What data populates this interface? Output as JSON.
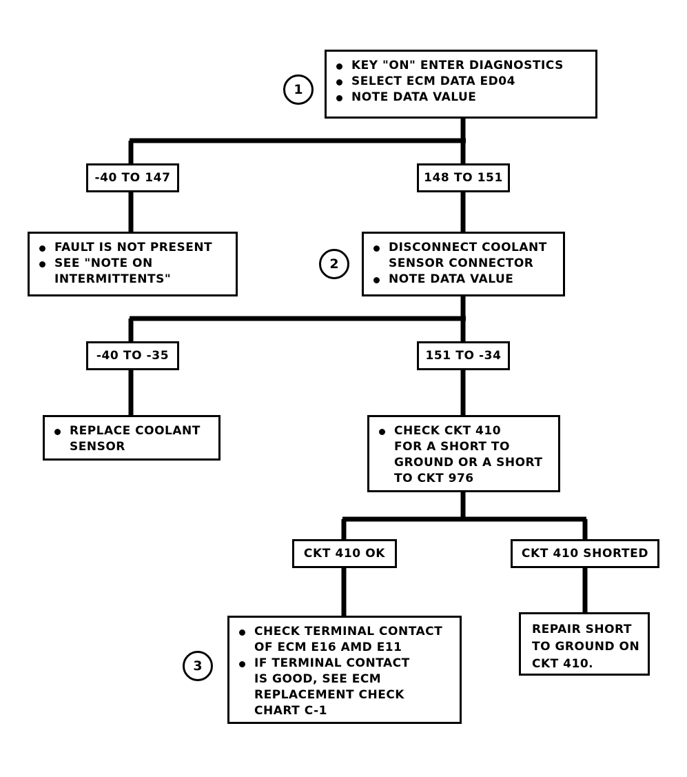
{
  "document": {
    "title": "Coolant Sensor Diagnostic Flow Chart",
    "type": "diagnostic-flowchart",
    "ink_color": "#000000",
    "background_color": "#ffffff"
  },
  "steps": {
    "one": "1",
    "two": "2",
    "three": "3"
  },
  "nodes": {
    "step1": {
      "lines": [
        "KEY \"ON\" ENTER DIAGNOSTICS",
        "SELECT ECM DATA ED04",
        "NOTE DATA VALUE"
      ]
    },
    "fault_not_present": {
      "lines": [
        "FAULT IS NOT PRESENT",
        "SEE \"NOTE ON\nINTERMITTENTS\""
      ]
    },
    "step2": {
      "lines": [
        "DISCONNECT COOLANT\nSENSOR CONNECTOR",
        "NOTE DATA VALUE"
      ]
    },
    "replace_sensor": {
      "lines": [
        "REPLACE COOLANT\nSENSOR"
      ]
    },
    "check_ckt410": {
      "lines": [
        "CHECK CKT 410\nFOR A SHORT TO\nGROUND OR A SHORT\nTO CKT 976"
      ]
    },
    "step3": {
      "lines": [
        "CHECK TERMINAL CONTACT\nOF ECM E16 AMD E11",
        "IF TERMINAL CONTACT\nIS GOOD, SEE ECM\nREPLACEMENT CHECK\nCHART C-1"
      ]
    },
    "repair_short": {
      "lines": [
        "REPAIR SHORT",
        "TO GROUND ON",
        "CKT 410."
      ]
    }
  },
  "branch_labels": {
    "range_minus40_to_147": "-40 TO 147",
    "range_148_to_151": "148 TO 151",
    "range_minus40_to_minus35": "-40 TO -35",
    "range_151_to_minus34": "151 TO -34",
    "ckt410_ok": "CKT 410 OK",
    "ckt410_shorted": "CKT 410 SHORTED"
  }
}
